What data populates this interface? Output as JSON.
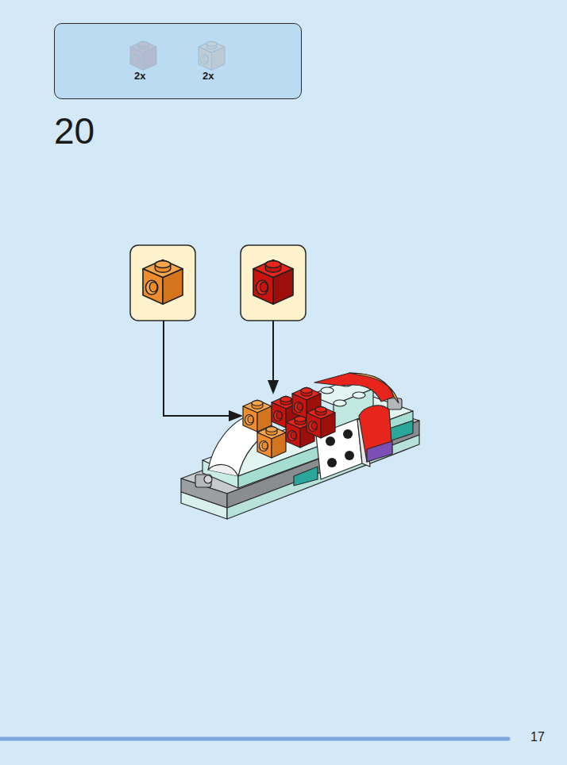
{
  "diagram": {
    "nodes": [
      {
        "text": [
          "2x",
          "2x"
        ]
      }
    ],
    "labels": [
      "20",
      "17"
    ]
  }
}
